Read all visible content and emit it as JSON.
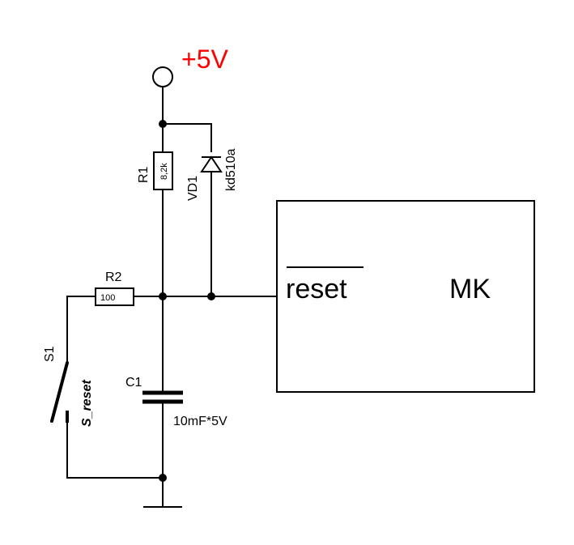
{
  "title": "MCU reset circuit schematic",
  "colors": {
    "wire": "#000000",
    "supply_label": "#ff0000",
    "background": "#ffffff"
  },
  "supply": {
    "label": "+5V"
  },
  "components": {
    "r1": {
      "ref": "R1",
      "value": "8,2k"
    },
    "vd1": {
      "ref": "VD1",
      "value": "kd510a"
    },
    "r2": {
      "ref": "R2",
      "value": "100"
    },
    "c1": {
      "ref": "C1",
      "value": "10mF*5V"
    },
    "s1": {
      "ref": "S1",
      "value": "S_reset"
    },
    "mk": {
      "name": "MK",
      "pin": "reset",
      "pin_active_low": true
    }
  }
}
